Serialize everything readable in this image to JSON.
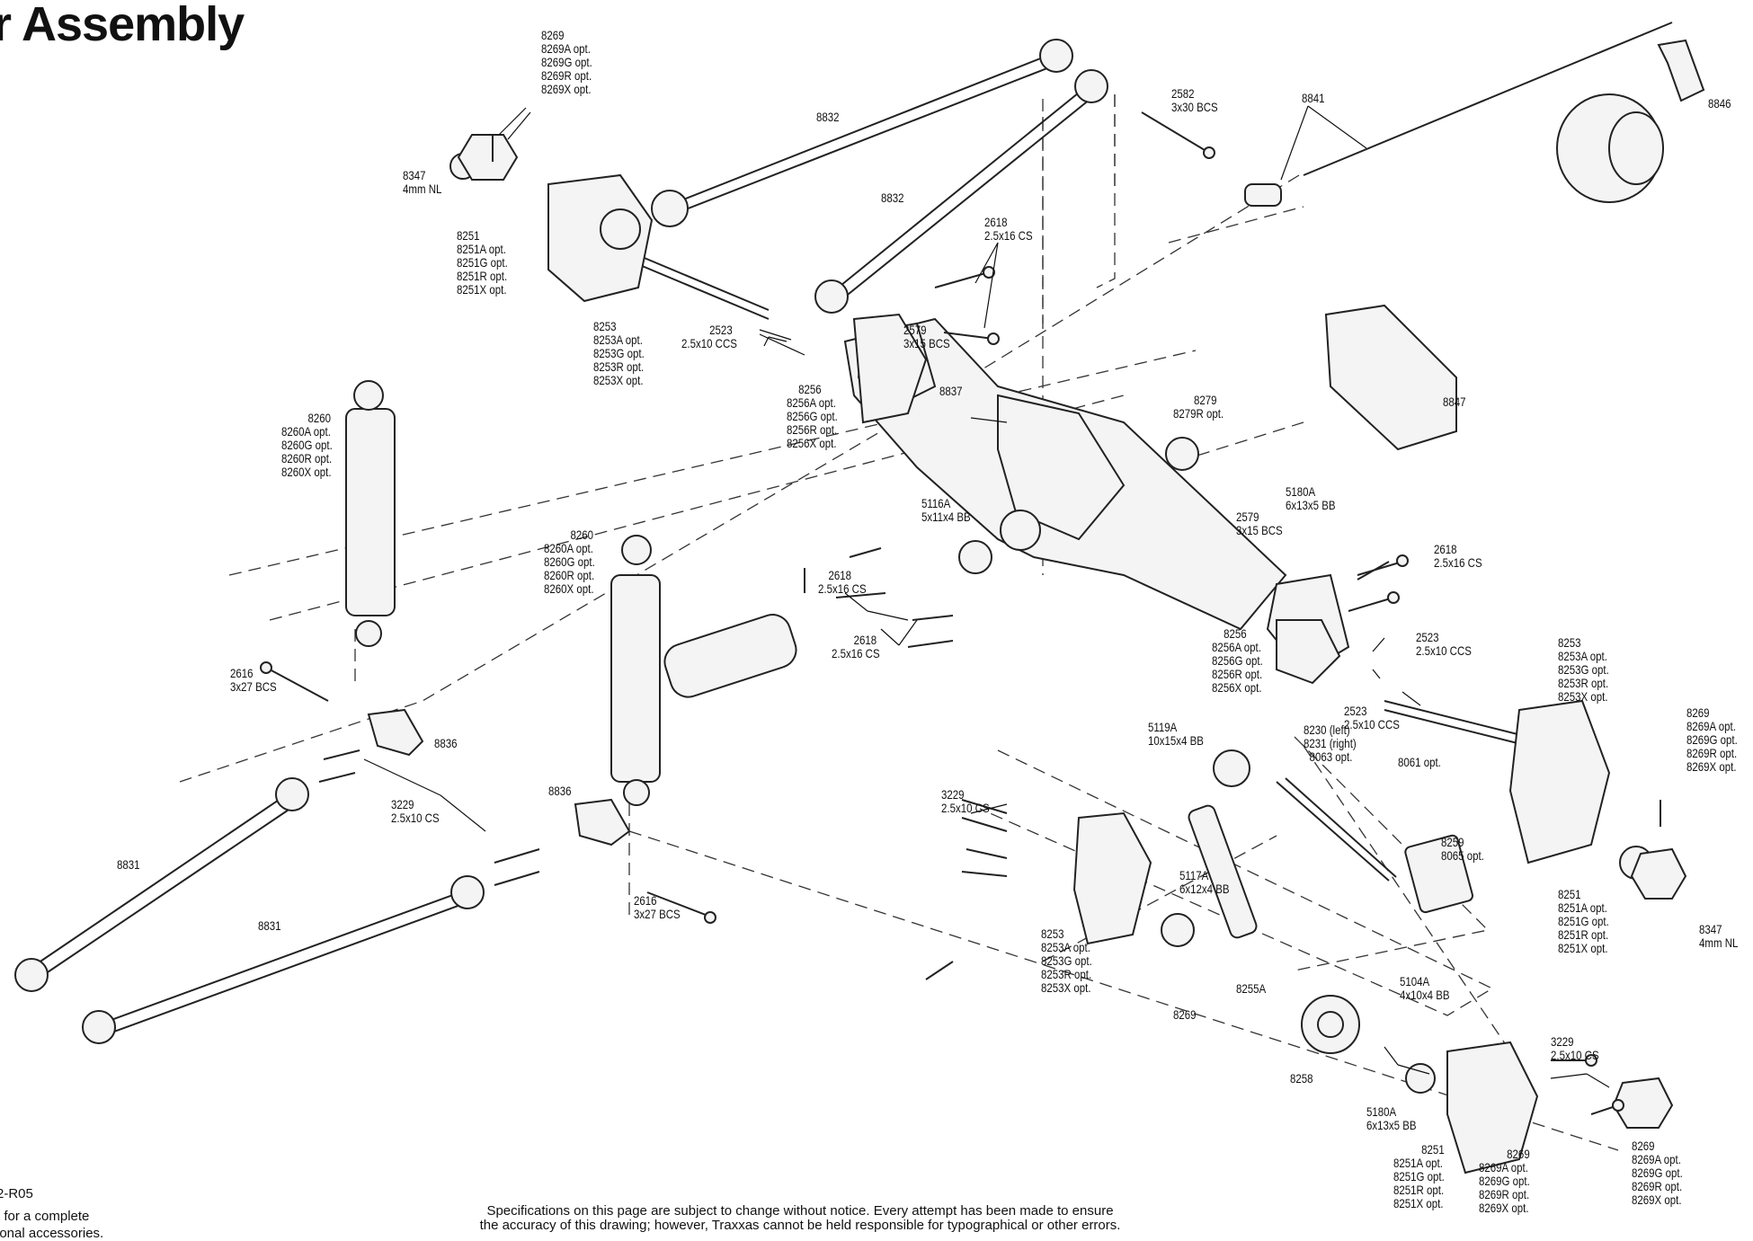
{
  "title": "r Assembly",
  "footer": {
    "code": "2-R05",
    "line1": "t for a complete",
    "line2": "ional accessories.",
    "disclaimer_1": "Specifications on this page are subject to change without notice. Every attempt has been made to ensure",
    "disclaimer_2": "the accuracy of this drawing; however, Traxxas cannot be held responsible for typographical or other errors."
  },
  "callouts": [
    {
      "id": "c1",
      "lines": [
        "8269",
        "8269A opt.",
        "8269G opt.",
        "8269R opt.",
        "8269X opt."
      ]
    },
    {
      "id": "c2",
      "lines": [
        "8832"
      ]
    },
    {
      "id": "c3",
      "lines": [
        "8832"
      ]
    },
    {
      "id": "c4",
      "lines": [
        "8347",
        "4mm NL"
      ]
    },
    {
      "id": "c5",
      "lines": [
        "8251",
        "8251A opt.",
        "8251G opt.",
        "8251R opt.",
        "8251X opt."
      ]
    },
    {
      "id": "c6",
      "lines": [
        "8253",
        "8253A opt.",
        "8253G opt.",
        "8253R opt.",
        "8253X opt."
      ]
    },
    {
      "id": "c7",
      "lines": [
        "2523",
        "2.5x10 CCS"
      ]
    },
    {
      "id": "c8",
      "lines": [
        "2579",
        "3x15 BCS"
      ]
    },
    {
      "id": "c9",
      "lines": [
        "2618",
        "2.5x16 CS"
      ]
    },
    {
      "id": "c10",
      "lines": [
        "2582",
        "3x30 BCS"
      ]
    },
    {
      "id": "c11",
      "lines": [
        "8841"
      ]
    },
    {
      "id": "c12",
      "lines": [
        "8846"
      ]
    },
    {
      "id": "c13",
      "lines": [
        "8256",
        "8256A opt.",
        "8256G opt.",
        "8256R opt.",
        "8256X opt."
      ]
    },
    {
      "id": "c14",
      "lines": [
        "8837"
      ]
    },
    {
      "id": "c15",
      "lines": [
        "8279",
        "8279R opt."
      ]
    },
    {
      "id": "c16",
      "lines": [
        "8847"
      ]
    },
    {
      "id": "c17",
      "lines": [
        "8260",
        "8260A opt.",
        "8260G opt.",
        "8260R opt.",
        "8260X opt."
      ]
    },
    {
      "id": "c18",
      "lines": [
        "8260",
        "8260A opt.",
        "8260G opt.",
        "8260R opt.",
        "8260X opt."
      ]
    },
    {
      "id": "c19",
      "lines": [
        "5116A",
        "5x11x4 BB"
      ]
    },
    {
      "id": "c20",
      "lines": [
        "5180A",
        "6x13x5 BB"
      ]
    },
    {
      "id": "c21",
      "lines": [
        "2579",
        "3x15 BCS"
      ]
    },
    {
      "id": "c22",
      "lines": [
        "2618",
        "2.5x16 CS"
      ]
    },
    {
      "id": "c23",
      "lines": [
        "2618",
        "2.5x16 CS"
      ]
    },
    {
      "id": "c24",
      "lines": [
        "2618",
        "2.5x16 CS"
      ]
    },
    {
      "id": "c25",
      "lines": [
        "2616",
        "3x27 BCS"
      ]
    },
    {
      "id": "c26",
      "lines": [
        "8836"
      ]
    },
    {
      "id": "c27",
      "lines": [
        "8256",
        "8256A opt.",
        "8256G opt.",
        "8256R opt.",
        "8256X opt."
      ]
    },
    {
      "id": "c28",
      "lines": [
        "2523",
        "2.5x10 CCS"
      ]
    },
    {
      "id": "c29",
      "lines": [
        "2523",
        "2.5x10 CCS"
      ]
    },
    {
      "id": "c30",
      "lines": [
        "8253",
        "8253A opt.",
        "8253G opt.",
        "8253R opt.",
        "8253X opt."
      ]
    },
    {
      "id": "c31",
      "lines": [
        "8269",
        "8269A opt.",
        "8269G opt.",
        "8269R opt.",
        "8269X opt."
      ]
    },
    {
      "id": "c32",
      "lines": [
        "5119A",
        "10x15x4 BB"
      ]
    },
    {
      "id": "c33",
      "lines": [
        "8230 (left)",
        "8231 (right)",
        "8063 opt."
      ]
    },
    {
      "id": "c34",
      "lines": [
        "8061 opt."
      ]
    },
    {
      "id": "c35",
      "lines": [
        "3229",
        "2.5x10 CS"
      ]
    },
    {
      "id": "c36",
      "lines": [
        "8836"
      ]
    },
    {
      "id": "c37",
      "lines": [
        "3229",
        "2.5x10 CS"
      ]
    },
    {
      "id": "c38",
      "lines": [
        "8831"
      ]
    },
    {
      "id": "c39",
      "lines": [
        "8831"
      ]
    },
    {
      "id": "c40",
      "lines": [
        "2616",
        "3x27 BCS"
      ]
    },
    {
      "id": "c41",
      "lines": [
        "8259",
        "8065 opt."
      ]
    },
    {
      "id": "c42",
      "lines": [
        "5117A",
        "6x12x4 BB"
      ]
    },
    {
      "id": "c43",
      "lines": [
        "8251",
        "8251A opt.",
        "8251G opt.",
        "8251R opt.",
        "8251X opt."
      ]
    },
    {
      "id": "c44",
      "lines": [
        "8347",
        "4mm NL"
      ]
    },
    {
      "id": "c45",
      "lines": [
        "8253",
        "8253A opt.",
        "8253G opt.",
        "8253R opt.",
        "8253X opt."
      ]
    },
    {
      "id": "c46",
      "lines": [
        "8255A"
      ]
    },
    {
      "id": "c47",
      "lines": [
        "8269"
      ]
    },
    {
      "id": "c48",
      "lines": [
        "5104A",
        "4x10x4 BB"
      ]
    },
    {
      "id": "c49",
      "lines": [
        "8258"
      ]
    },
    {
      "id": "c50",
      "lines": [
        "3229",
        "2.5x10 CS"
      ]
    },
    {
      "id": "c51",
      "lines": [
        "5180A",
        "6x13x5 BB"
      ]
    },
    {
      "id": "c52",
      "lines": [
        "8251",
        "8251A opt.",
        "8251G opt.",
        "8251R opt.",
        "8251X opt."
      ]
    },
    {
      "id": "c53",
      "lines": [
        "8269",
        "8269A opt.",
        "8269G opt.",
        "8269R opt.",
        "8269X opt."
      ]
    },
    {
      "id": "c54",
      "lines": [
        "8269",
        "8269A opt.",
        "8269G opt.",
        "8269R opt.",
        "8269X opt."
      ]
    }
  ]
}
